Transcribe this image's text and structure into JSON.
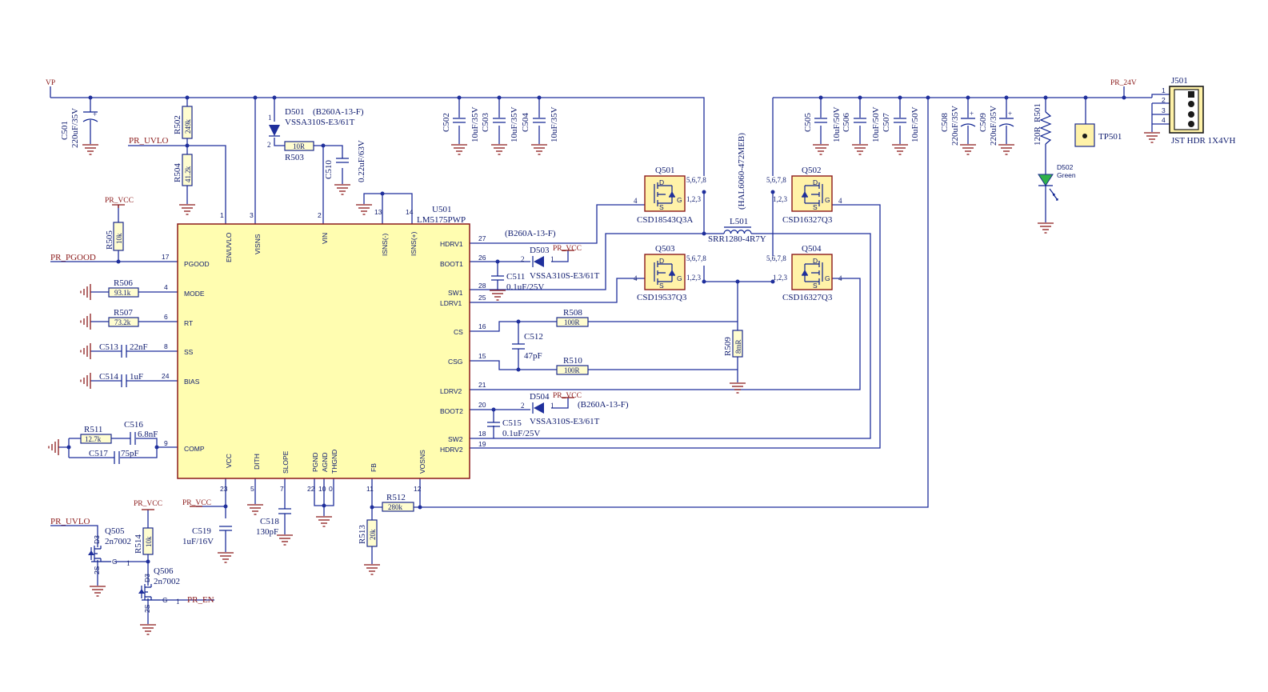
{
  "nets": {
    "vp": "VP",
    "pr_24v": "PR_24V",
    "pr_uvlo": "PR_UVLO",
    "pr_uvlo2": "PR_UVLO",
    "pr_vcc": "PR_VCC",
    "pr_pgood": "PR_PGOOD",
    "pr_en": "PR_EN"
  },
  "ic": {
    "ref": "U501",
    "part": "LM5175PWP",
    "pins_top": [
      {
        "num": "1",
        "name": "EN/UVLO"
      },
      {
        "num": "3",
        "name": "VISNS"
      },
      {
        "num": "2",
        "name": "VIN"
      },
      {
        "num": "13",
        "name": "ISNS(-)"
      },
      {
        "num": "14",
        "name": "ISNS(+)"
      }
    ],
    "pins_left": [
      {
        "num": "17",
        "name": "PGOOD"
      },
      {
        "num": "4",
        "name": "MODE"
      },
      {
        "num": "6",
        "name": "RT"
      },
      {
        "num": "8",
        "name": "SS"
      },
      {
        "num": "24",
        "name": "BIAS"
      },
      {
        "num": "9",
        "name": "COMP"
      }
    ],
    "pins_right": [
      {
        "num": "27",
        "name": "HDRV1"
      },
      {
        "num": "26",
        "name": "BOOT1"
      },
      {
        "num": "28",
        "name": "SW1"
      },
      {
        "num": "25",
        "name": "LDRV1"
      },
      {
        "num": "16",
        "name": "CS"
      },
      {
        "num": "15",
        "name": "CSG"
      },
      {
        "num": "21",
        "name": "LDRV2"
      },
      {
        "num": "20",
        "name": "BOOT2"
      },
      {
        "num": "18",
        "name": "SW2"
      },
      {
        "num": "19",
        "name": "HDRV2"
      }
    ],
    "pins_bottom": [
      {
        "num": "23",
        "name": "VCC"
      },
      {
        "num": "5",
        "name": "DITH"
      },
      {
        "num": "7",
        "name": "SLOPE"
      },
      {
        "num": "22",
        "name": "PGND"
      },
      {
        "num": "10",
        "name": "AGND"
      },
      {
        "num": "0",
        "name": "THGND"
      },
      {
        "num": "11",
        "name": "FB"
      },
      {
        "num": "12",
        "name": "VOSNS"
      }
    ]
  },
  "parts": {
    "c501": {
      "ref": "C501",
      "value": "220uF/35V"
    },
    "r502": {
      "ref": "R502",
      "value": "249k"
    },
    "r504": {
      "ref": "R504",
      "value": "41.2k"
    },
    "d501": {
      "ref": "D501",
      "alt": "(B260A-13-F)",
      "part": "VSSA310S-E3/61T",
      "pin1": "1",
      "pin2": "2"
    },
    "r503": {
      "ref": "R503",
      "value": "10R"
    },
    "c510": {
      "ref": "C510",
      "value": "0.22uF/63V"
    },
    "c502": {
      "ref": "C502",
      "value": "10uF/35V"
    },
    "c503": {
      "ref": "C503",
      "value": "10uF/35V"
    },
    "c504": {
      "ref": "C504",
      "value": "10uF/35V"
    },
    "r505": {
      "ref": "R505",
      "value": "10k"
    },
    "r506": {
      "ref": "R506",
      "value": "93.1k"
    },
    "r507": {
      "ref": "R507",
      "value": "73.2k"
    },
    "c513": {
      "ref": "C513",
      "value": "22nF"
    },
    "c514": {
      "ref": "C514",
      "value": "1uF"
    },
    "r511": {
      "ref": "R511",
      "value": "12.7k"
    },
    "c516": {
      "ref": "C516",
      "value": "6.8nF"
    },
    "c517": {
      "ref": "C517",
      "value": "75pF"
    },
    "d503": {
      "ref": "D503",
      "alt": "(B260A-13-F)",
      "part": "VSSA310S-E3/61T",
      "pin1": "1",
      "pin2": "2"
    },
    "c511": {
      "ref": "C511",
      "value": "0.1uF/25V"
    },
    "r508": {
      "ref": "R508",
      "value": "100R"
    },
    "c512": {
      "ref": "C512",
      "value": "47pF"
    },
    "r510": {
      "ref": "R510",
      "value": "100R"
    },
    "r509": {
      "ref": "R509",
      "value": "8mR"
    },
    "d504": {
      "ref": "D504",
      "alt": "(B260A-13-F)",
      "part": "VSSA310S-E3/61T",
      "pin1": "1",
      "pin2": "2"
    },
    "c515": {
      "ref": "C515",
      "value": "0.1uF/25V"
    },
    "q501": {
      "ref": "Q501",
      "part": "CSD18543Q3A",
      "drain": "5,6,7,8",
      "source": "1,2,3",
      "gate": "4"
    },
    "q502": {
      "ref": "Q502",
      "part": "CSD16327Q3",
      "drain": "5,6,7,8",
      "source": "1,2,3",
      "gate": "4"
    },
    "q503": {
      "ref": "Q503",
      "part": "CSD19537Q3",
      "drain": "5,6,7,8",
      "source": "1,2,3",
      "gate": "4"
    },
    "q504": {
      "ref": "Q504",
      "part": "CSD16327Q3",
      "drain": "5,6,7,8",
      "source": "1,2,3",
      "gate": "4"
    },
    "l501": {
      "ref": "L501",
      "part": "SRR1280-4R7Y",
      "alt": "(HAL6060-472MEB)"
    },
    "c505": {
      "ref": "C505",
      "value": "10uF/50V"
    },
    "c506": {
      "ref": "C506",
      "value": "10uF/50V"
    },
    "c507": {
      "ref": "C507",
      "value": "10uF/50V"
    },
    "c508": {
      "ref": "C508",
      "value": "220uF/35V"
    },
    "c509": {
      "ref": "C509",
      "value": "220uF/35V"
    },
    "r501": {
      "ref": "R501",
      "value": "120R"
    },
    "d502": {
      "ref": "D502",
      "value": "Green"
    },
    "tp501": {
      "ref": "TP501"
    },
    "j501": {
      "ref": "J501",
      "part": "JST HDR 1X4VH",
      "pins": [
        "1",
        "2",
        "3",
        "4"
      ]
    },
    "c519": {
      "ref": "C519",
      "value": "1uF/16V"
    },
    "c518": {
      "ref": "C518",
      "value": "130pF"
    },
    "r512": {
      "ref": "R512",
      "value": "280k"
    },
    "r513": {
      "ref": "R513",
      "value": "20k"
    },
    "q505": {
      "ref": "Q505",
      "part": "2n7002",
      "d": "D3",
      "s": "2S",
      "g": "G",
      "pin1": "1"
    },
    "r514": {
      "ref": "R514",
      "value": "10k"
    },
    "q506": {
      "ref": "Q506",
      "part": "2n7002",
      "d": "D3",
      "s": "2S",
      "g": "G",
      "pin1": "1"
    }
  },
  "colors": {
    "wire": "#1f2f9c",
    "body": "#fffdb0",
    "outline": "#8b1a1a",
    "netlabel": "#8b1a1a",
    "led": "#2fb14a"
  }
}
